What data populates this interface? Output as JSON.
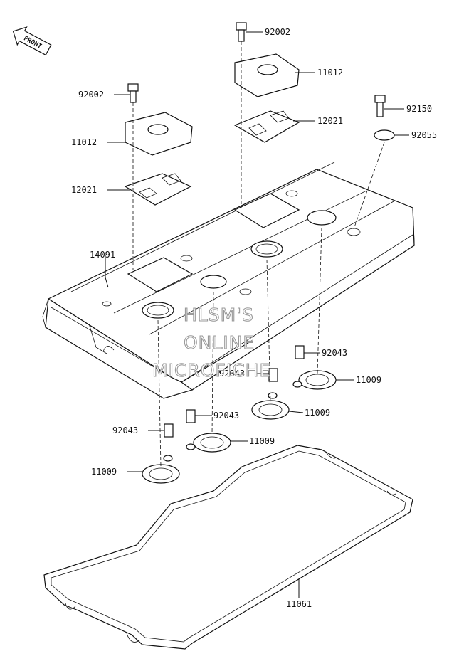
{
  "front_arrow": {
    "text": "FRONT"
  },
  "watermark": {
    "lines": [
      "HLSM'S",
      "ONLINE",
      "MICROFICHE"
    ]
  },
  "labels": {
    "bolt_top": "92002",
    "cap_top": "11012",
    "plate_top": "12021",
    "bolt_left": "92002",
    "cap_left": "11012",
    "plate_left": "12021",
    "bolt_right": "92150",
    "washer_right": "92055",
    "cover": "14091",
    "pin_a": "92043",
    "gasket_a": "11009",
    "pin_b": "92043",
    "gasket_b": "11009",
    "pin_c": "92043",
    "gasket_c": "11009",
    "pin_d": "92043",
    "gasket_d": "11009",
    "head_gasket": "11061"
  }
}
